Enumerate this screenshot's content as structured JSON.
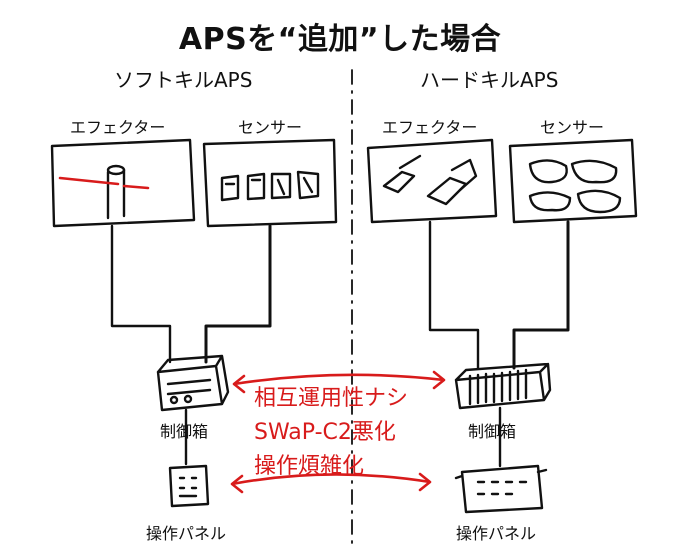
{
  "title": "APSを“追加”した場合",
  "soft": {
    "heading": "ソフトキルAPS",
    "effector_label": "エフェクター",
    "sensor_label": "センサー",
    "control_box_label": "制御箱",
    "panel_label": "操作パネル"
  },
  "hard": {
    "heading": "ハードキルAPS",
    "effector_label": "エフェクター",
    "sensor_label": "センサー",
    "control_box_label": "制御箱",
    "panel_label": "操作パネル"
  },
  "notes": [
    "相互運用性ナシ",
    "SWaP-C2悪化",
    "操作煩雑化"
  ],
  "colors": {
    "ink": "#111111",
    "accent": "#d81b1b"
  }
}
